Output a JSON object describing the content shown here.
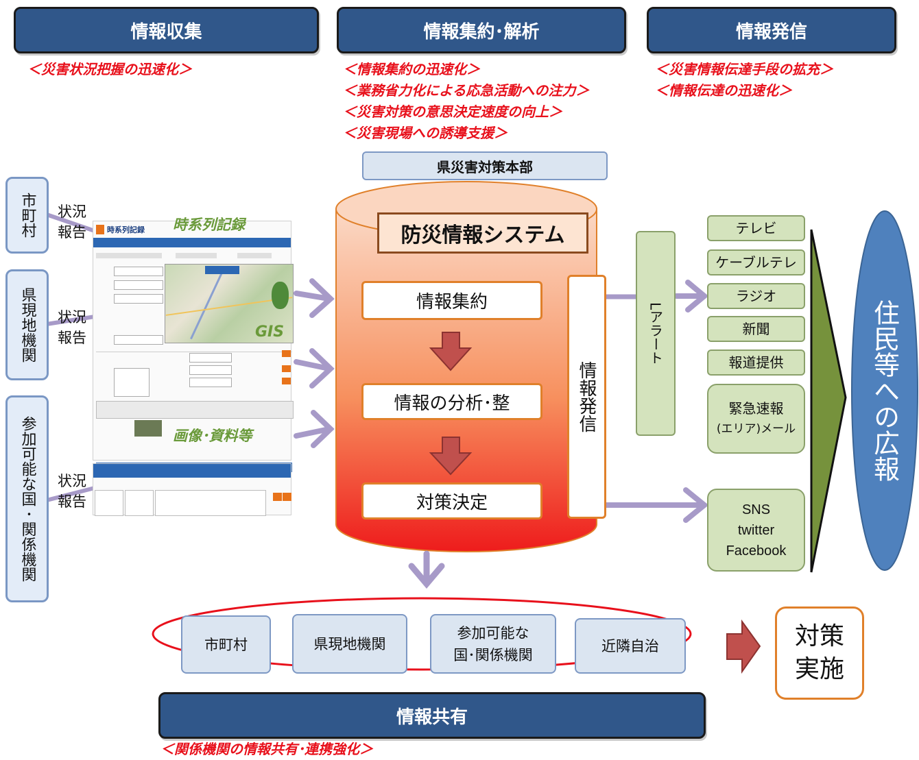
{
  "headers": {
    "collect": "情報収集",
    "aggregate": "情報集約･解析",
    "dispatch": "情報発信",
    "share": "情報共有"
  },
  "goals": {
    "collect": [
      "＜災害状況把握の迅速化＞"
    ],
    "aggregate": [
      "＜情報集約の迅速化＞",
      "＜業務省力化による応急活動への注力＞",
      "＜災害対策の意思決定速度の向上＞",
      "＜災害現場への誘導支援＞"
    ],
    "dispatch": [
      "＜災害情報伝達手段の拡充＞",
      "＜情報伝達の迅速化＞"
    ],
    "share": "＜関係機関の情報共有･連携強化＞"
  },
  "hq": "県災害対策本部",
  "system": {
    "title": "防災情報システム",
    "steps": [
      "情報集約",
      "情報の分析･整",
      "対策決定"
    ],
    "dispatch_box": "情報発信"
  },
  "sources": [
    {
      "name": "市町村",
      "report": "状況報告"
    },
    {
      "name": "県現地機関",
      "report": "状況報告"
    },
    {
      "name": "参加可能な国･関係機関",
      "report": "状況報告"
    }
  ],
  "screenshot_labels": {
    "timeline": "時系列記録",
    "gis": "GIS",
    "images": "画像･資料等",
    "app_title": "時系列記録"
  },
  "l_alert": "Lアラート",
  "media": [
    "テレビ",
    "ケーブルテレ",
    "ラジオ",
    "新聞",
    "報道提供"
  ],
  "emergency_mail": [
    "緊急速報",
    "(エリア)メール"
  ],
  "sns": [
    "SNS",
    "twitter",
    "Facebook"
  ],
  "residents": "住民等への広報",
  "share_targets": [
    "市町村",
    "県現地機関",
    "参加可能な\n国･関係機関",
    "近隣自治"
  ],
  "action": "対策実施",
  "colors": {
    "header_bg": "#30578a",
    "goal_text": "#e8101b",
    "cylinder_top": "#fbd6c0",
    "cylinder_bottom": "#ee1c1c",
    "arrow_purple": "#a79ac8",
    "media_green": "#d4e3bd",
    "big_arrow": "#76923c",
    "residents_blue": "#4f81bd",
    "step_arrow": "#c0504d"
  }
}
